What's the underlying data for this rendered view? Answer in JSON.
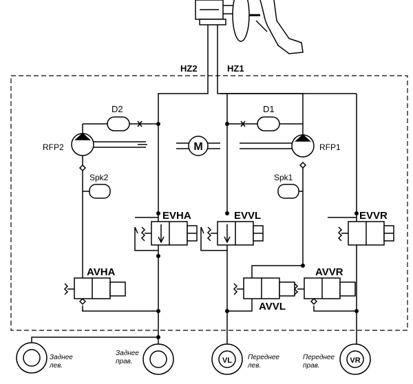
{
  "lines": {
    "hz2": "HZ2",
    "hz1": "HZ1"
  },
  "components": {
    "d2": "D2",
    "d1": "D1",
    "rfp2": "RFP2",
    "rfp1": "RFP1",
    "motor": "M",
    "spk2": "Spk2",
    "spk1": "Spk1",
    "evha": "EVHA",
    "evvl": "EVVL",
    "evvr": "EVVR",
    "avha": "AVHA",
    "avvr": "AVVR",
    "avvl": "AVVL"
  },
  "wheels": {
    "rear_left": {
      "line1": "Заднее",
      "line2": "лев."
    },
    "rear_right": {
      "line1": "Заднее",
      "line2": "прав."
    },
    "front_left": {
      "badge": "VL",
      "line1": "Переднее",
      "line2": "лев."
    },
    "front_right": {
      "badge": "VR",
      "line1": "Переднее",
      "line2": "прав."
    }
  },
  "colors": {
    "ink": "#000000",
    "paper": "#ffffff"
  }
}
